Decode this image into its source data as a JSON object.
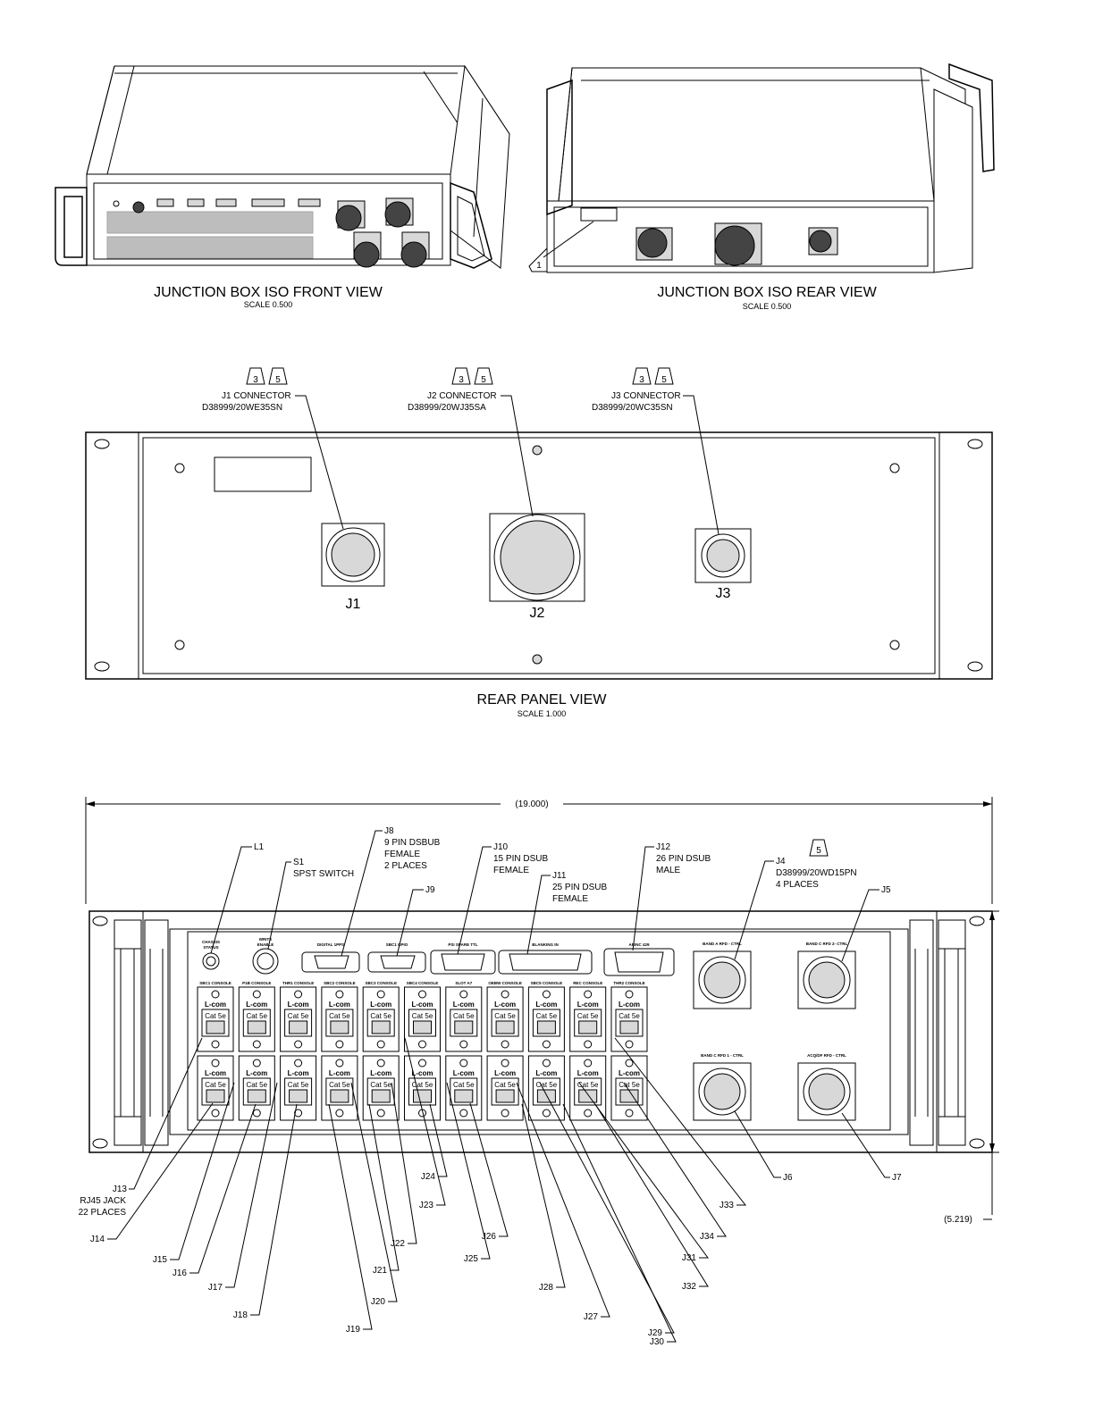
{
  "views": {
    "iso_front": {
      "title": "JUNCTION BOX ISO FRONT VIEW",
      "scale": "SCALE  0.500"
    },
    "iso_rear": {
      "title": "JUNCTION BOX ISO REAR VIEW",
      "scale": "SCALE  0.500",
      "balloon": "1"
    },
    "rear_panel": {
      "title": "REAR PANEL VIEW",
      "scale": "SCALE  1.000"
    }
  },
  "rear_connectors": [
    {
      "id": "J1",
      "line1": "J1 CONNECTOR",
      "line2": "D38999/20WE35SN",
      "balloons": [
        "3",
        "5"
      ]
    },
    {
      "id": "J2",
      "line1": "J2 CONNECTOR",
      "line2": "D38999/20WJ35SA",
      "balloons": [
        "3",
        "5"
      ]
    },
    {
      "id": "J3",
      "line1": "J3 CONNECTOR",
      "line2": "D38999/20WC35SN",
      "balloons": [
        "3",
        "5"
      ]
    }
  ],
  "front": {
    "overall_width": "(19.000)",
    "overall_height": "(5.219)",
    "callouts": {
      "L1": "L1",
      "S1": [
        "S1",
        "SPST SWITCH"
      ],
      "J8": [
        "J8",
        "9 PIN DSBUB",
        "FEMALE",
        "2 PLACES"
      ],
      "J9": "J9",
      "J10": [
        "J10",
        "15 PIN DSUB",
        "FEMALE"
      ],
      "J11": [
        "J11",
        "25 PIN DSUB",
        "FEMALE"
      ],
      "J12": [
        "J12",
        "26 PIN DSUB",
        "MALE"
      ],
      "J4": [
        "J4",
        "D38999/20WD15PN",
        "4 PLACES"
      ],
      "J4_balloon": "5",
      "J5": "J5",
      "J6": "J6",
      "J7": "J7",
      "J13": [
        "J13",
        "RJ45 JACK",
        "22 PLACES"
      ]
    },
    "panel_labels": {
      "chassis_status": [
        "CHASSIS",
        "STATUS"
      ],
      "write_enable": [
        "WRITE",
        "ENABLE"
      ],
      "dsubs": [
        "DIGITAL 1PPS",
        "SBC1 GPIO",
        "PSI SPARE TTL",
        "BLANKING IN",
        "ARINC 429"
      ],
      "circulars": [
        "BAND A RFD - CTRL",
        "BAND C RFD 2- CTRL",
        "BAND C RFD 1 - CTRL",
        "ACQ/DF RFD - CTRL"
      ]
    },
    "rj45_columns": [
      "SBC1 CONSOLE",
      "P1B CONSOLE",
      "THR1 CONSOLE",
      "SBC2 CONSOLE",
      "SBC3 CONSOLE",
      "SBC4 CONSOLE",
      "SLOT A7",
      "OEBW CONSOLE",
      "SBC5 CONSOLE",
      "REC CONSOLE",
      "THR2 CONSOLE"
    ],
    "rj45_text": {
      "brand": "L-com",
      "cat": "Cat 5e"
    },
    "bottom_labels": [
      {
        "t": "J14"
      },
      {
        "t": "J15"
      },
      {
        "t": "J16"
      },
      {
        "t": "J17"
      },
      {
        "t": "J18"
      },
      {
        "t": "J19"
      },
      {
        "t": "J20"
      },
      {
        "t": "J21"
      },
      {
        "t": "J22"
      },
      {
        "t": "J23"
      },
      {
        "t": "J24"
      },
      {
        "t": "J25"
      },
      {
        "t": "J26"
      },
      {
        "t": "J27"
      },
      {
        "t": "J28"
      },
      {
        "t": "J29"
      },
      {
        "t": "J30"
      },
      {
        "t": "J31"
      },
      {
        "t": "J32"
      },
      {
        "t": "J33"
      },
      {
        "t": "J34"
      }
    ]
  }
}
